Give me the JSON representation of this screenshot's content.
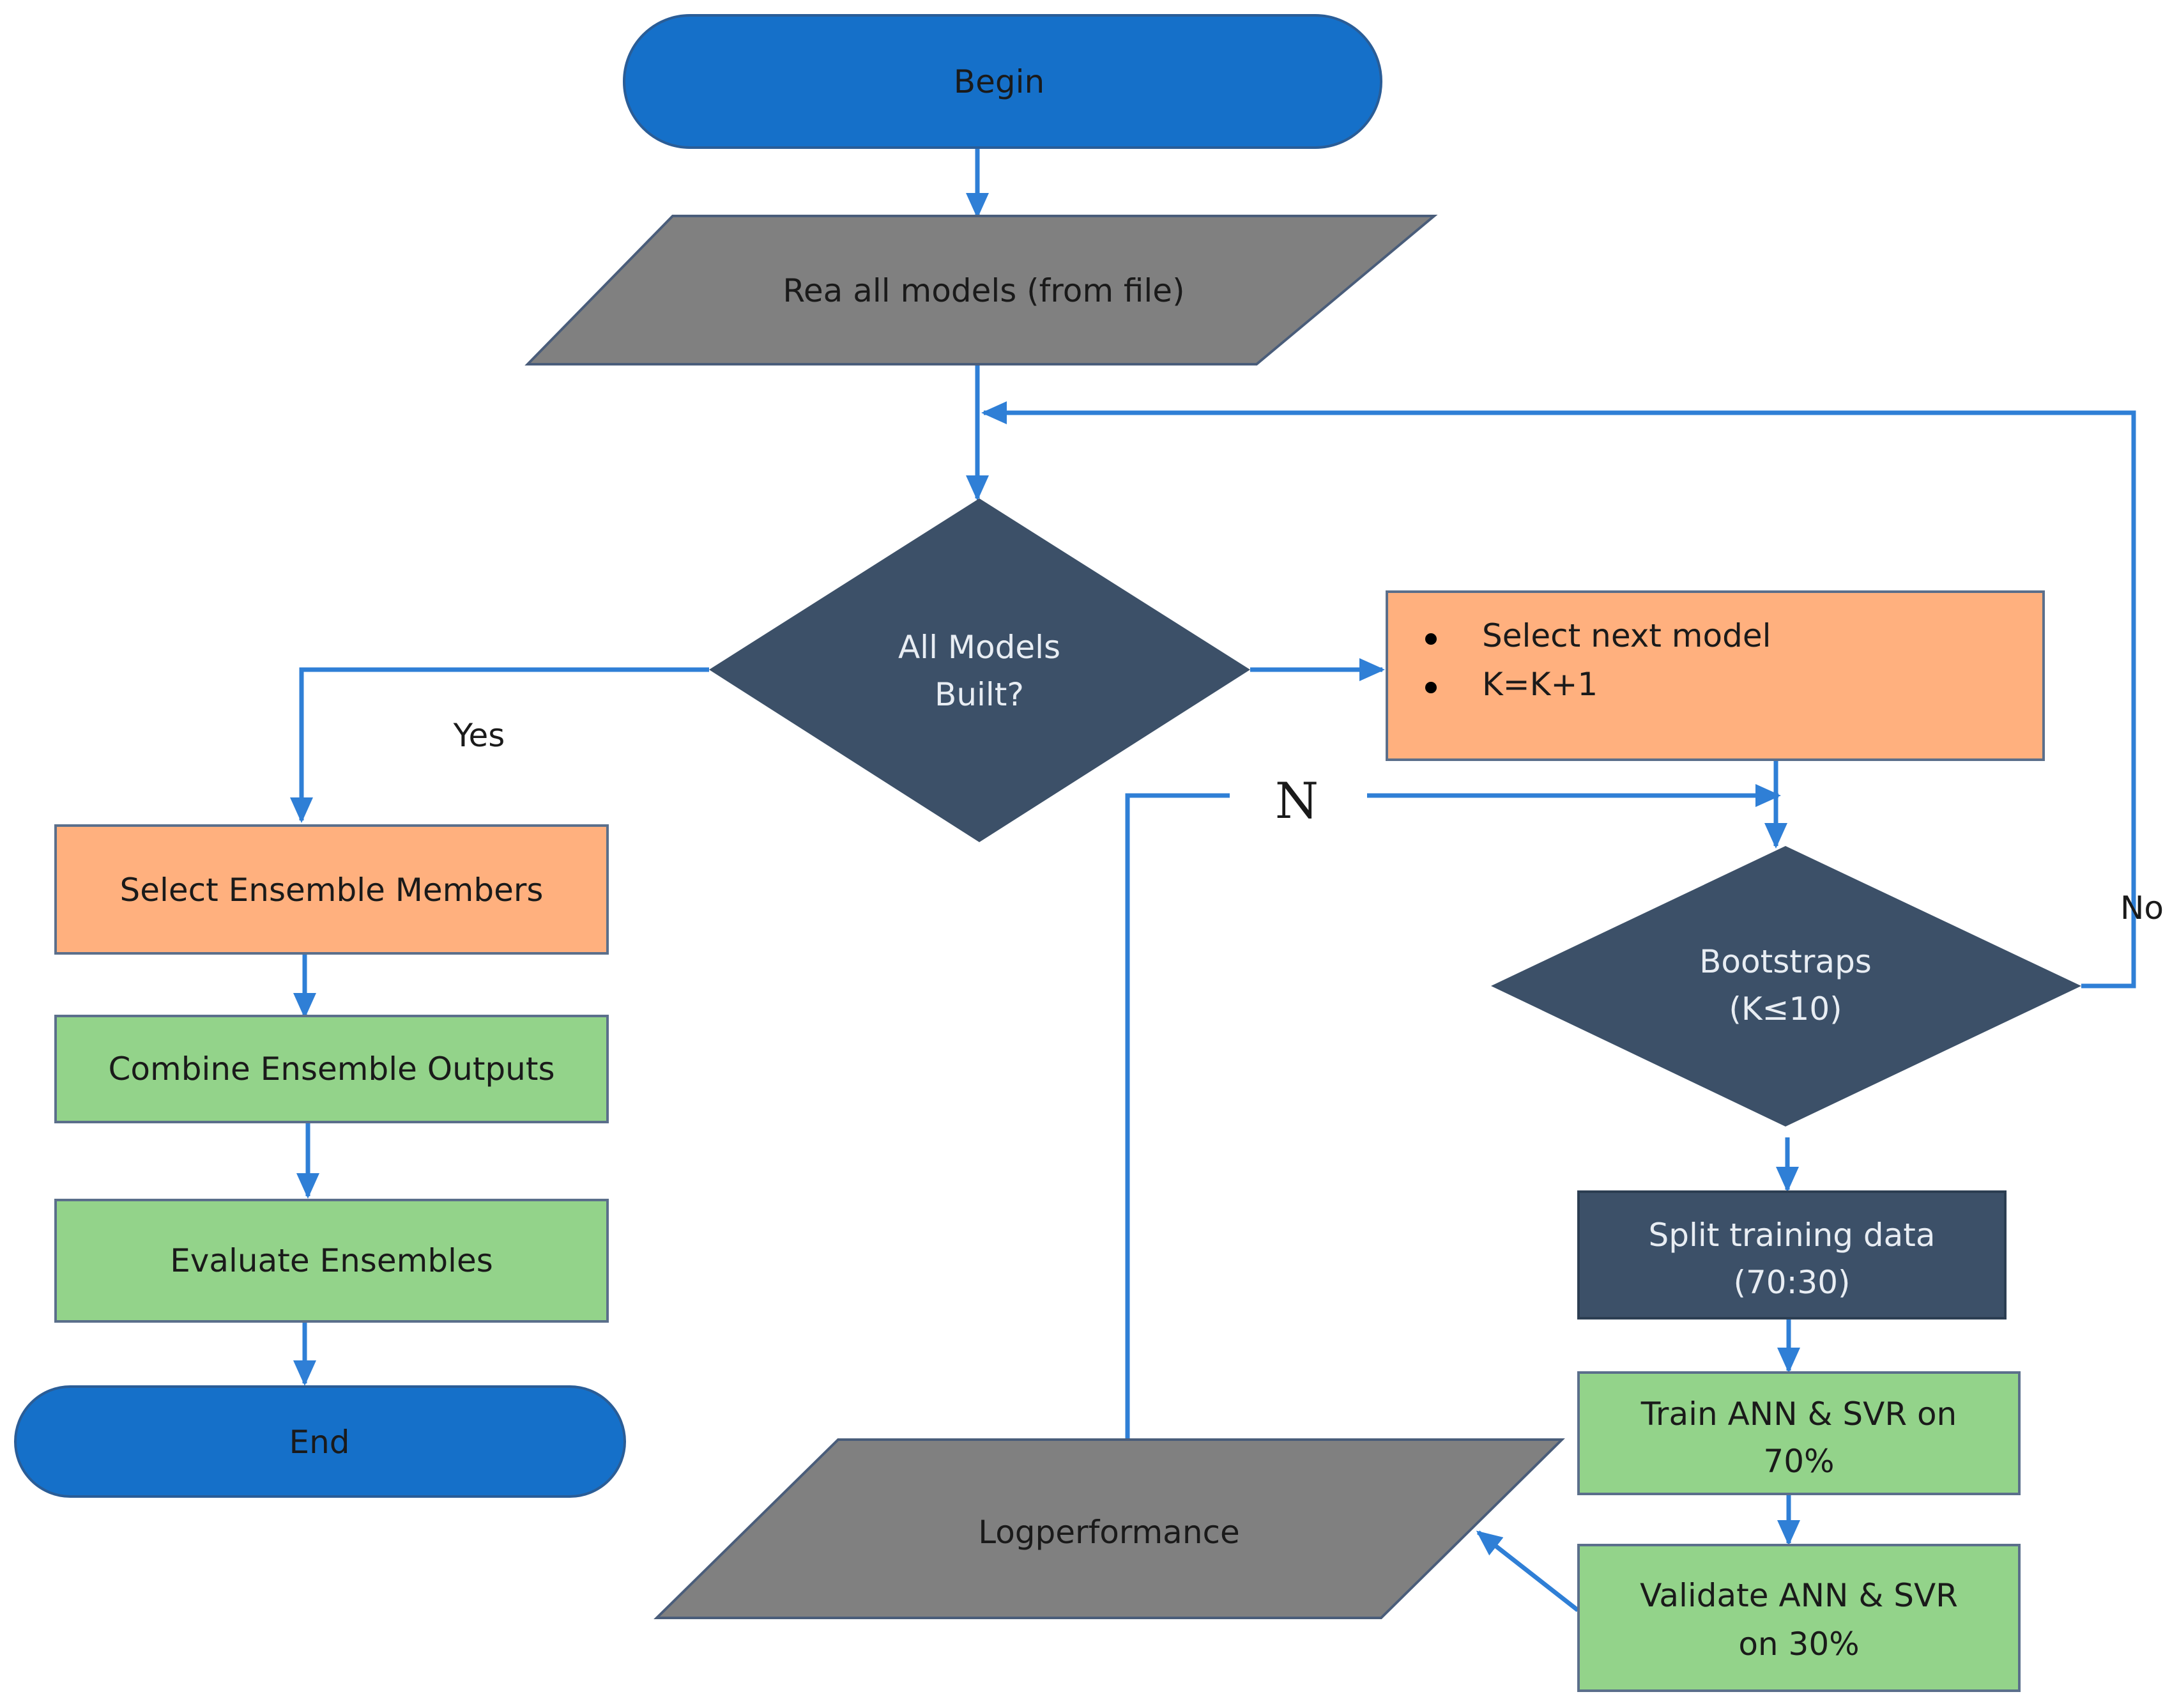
{
  "nodes": {
    "begin": "Begin",
    "read_models": "Rea all models (from file)",
    "all_models_built": [
      "All Models",
      "Built?"
    ],
    "select_next": [
      "Select next model",
      "K=K+1"
    ],
    "select_ensemble": "Select Ensemble Members",
    "combine_outputs": "Combine Ensemble Outputs",
    "evaluate": "Evaluate Ensembles",
    "end": "End",
    "bootstraps": [
      "Bootstraps",
      "(K≤10)"
    ],
    "split": [
      "Split training data",
      "(70:30)"
    ],
    "train": [
      "Train ANN & SVR on",
      "70%"
    ],
    "validate": [
      "Validate ANN & SVR",
      "on 30%"
    ],
    "log": "Logperformance"
  },
  "edge_labels": {
    "yes": "Yes",
    "no": "No",
    "n": "N"
  },
  "colors": {
    "terminal": "#1570c9",
    "io": "#808080",
    "decision": "#3c5068",
    "orange": "#ffb07e",
    "green": "#93d38a",
    "dark_box": "#3c5068",
    "arrow": "#2f7fd6"
  }
}
